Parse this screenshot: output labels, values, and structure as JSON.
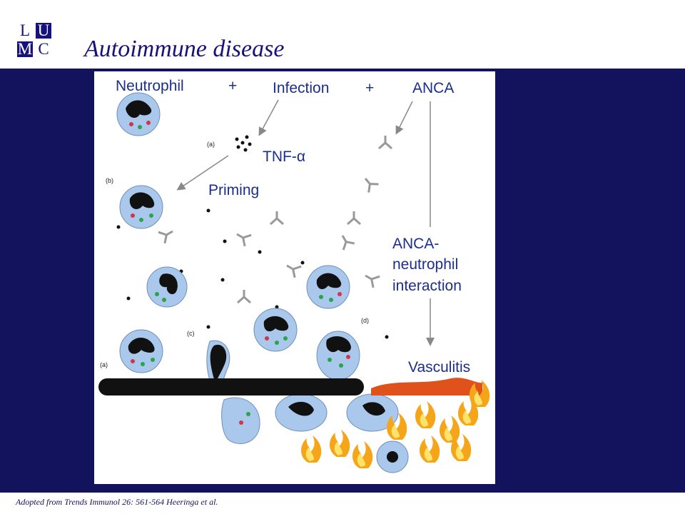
{
  "logo": {
    "l1": "L",
    "l2": "U",
    "l3": "M",
    "l4": "C"
  },
  "slide": {
    "title": "Autoimmune disease"
  },
  "diagram": {
    "neutrophil": "Neutrophil",
    "plus1": "+",
    "infection": "Infection",
    "plus2": "+",
    "anca": "ANCA",
    "tnf": "TNF-α",
    "priming": "Priming",
    "interaction_line1": "ANCA-",
    "interaction_line2": "neutrophil",
    "interaction_line3": "interaction",
    "vasculitis": "Vasculitis",
    "marker_a1": "(a)",
    "marker_b": "(b)",
    "marker_c": "(c)",
    "marker_d": "(d)",
    "marker_a2": "(a)"
  },
  "caption": "Adopted from Trends Immunol 26: 561-564 Heeringa et al.",
  "colors": {
    "navy": "#13125c",
    "label_blue": "#1c2e8a",
    "cell_blue": "#a9c8ec",
    "vessel_orange": "#e0521c"
  }
}
